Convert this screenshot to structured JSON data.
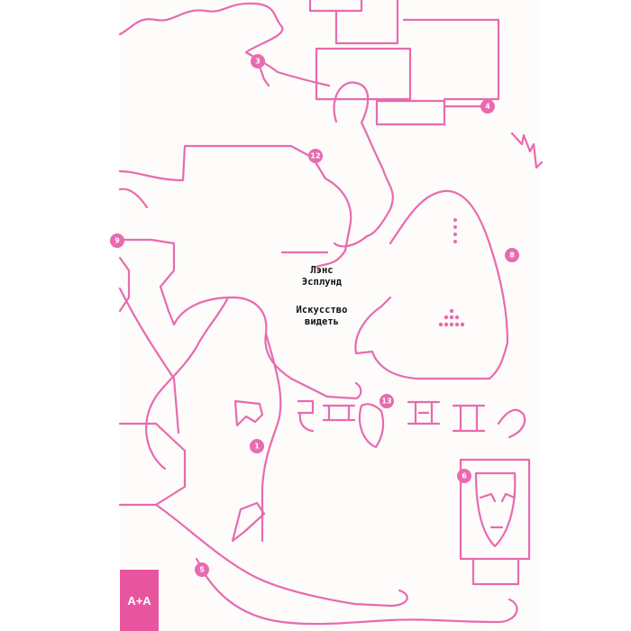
{
  "book": {
    "author_line1": "Лэнс",
    "author_line2": "Эсплунд",
    "title_line1": "Искусство",
    "title_line2": "видеть",
    "publisher_logo": "A+A"
  },
  "markers": [
    "3",
    "4",
    "12",
    "9",
    "8",
    "13",
    "1",
    "6",
    "5"
  ],
  "colors": {
    "accent": "#e86ab0",
    "logo_bg": "#e8559f",
    "paper": "#fdfcfa"
  }
}
